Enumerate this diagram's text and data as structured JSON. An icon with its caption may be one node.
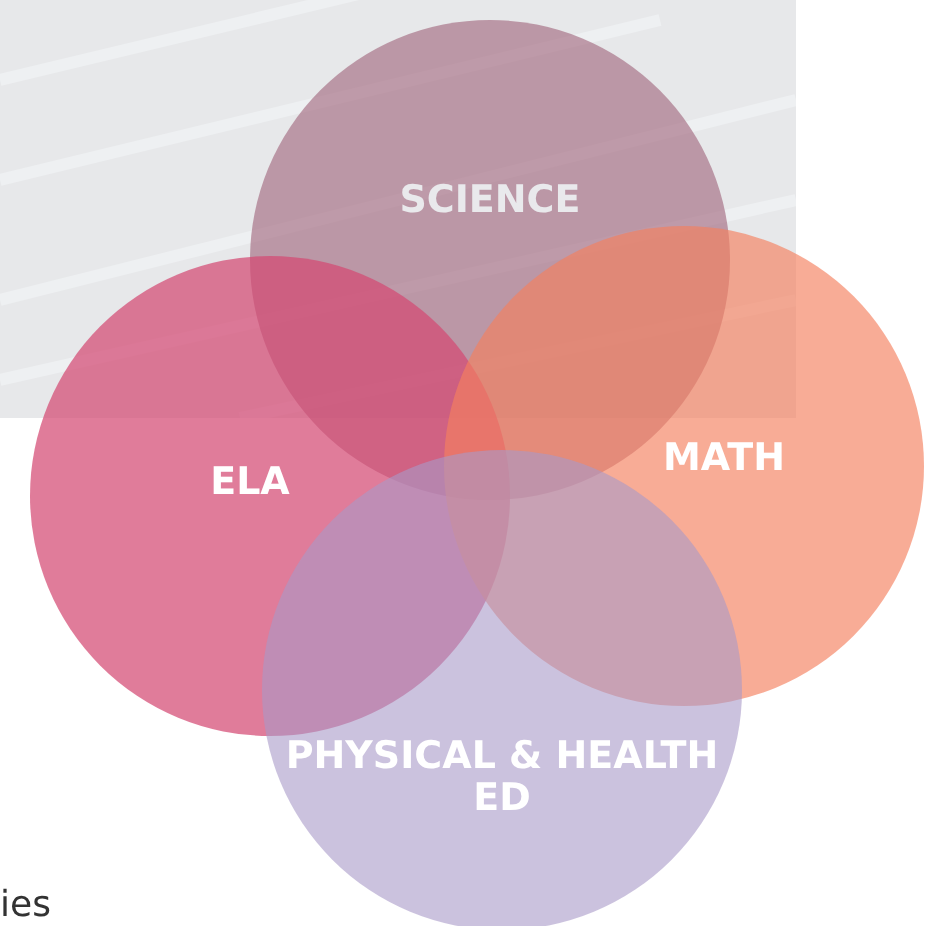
{
  "diagram": {
    "nodes": [
      {
        "text": [
          "SCIENCE"
        ]
      },
      {
        "text": [
          "ELA"
        ]
      },
      {
        "text": [
          "MATH"
        ]
      },
      {
        "text": [
          "PHYSICAL & HEALTH ED"
        ]
      }
    ],
    "labels": [
      "ies"
    ]
  }
}
